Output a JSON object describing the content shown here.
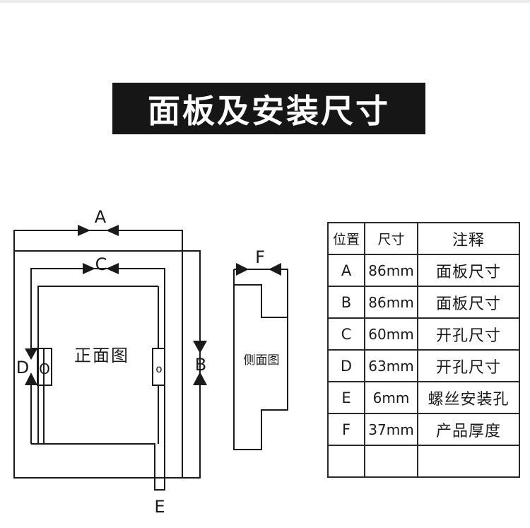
{
  "title": "面板及安装尺寸",
  "diagram": {
    "labels": {
      "A": "A",
      "B": "B",
      "C": "C",
      "D": "D",
      "E": "E",
      "F": "F",
      "hole_left": "O",
      "hole_right": "o",
      "front_view": "正面图",
      "side_view": "侧面图"
    }
  },
  "table": {
    "headers": [
      "位置",
      "尺寸",
      "注释"
    ],
    "rows": [
      {
        "pos": "A",
        "size": "86mm",
        "note": "面板尺寸"
      },
      {
        "pos": "B",
        "size": "86mm",
        "note": "面板尺寸"
      },
      {
        "pos": "C",
        "size": "60mm",
        "note": "开孔尺寸"
      },
      {
        "pos": "D",
        "size": "63mm",
        "note": "开孔尺寸"
      },
      {
        "pos": "E",
        "size": "6mm",
        "note": "螺丝安装孔"
      },
      {
        "pos": "F",
        "size": "37mm",
        "note": "产品厚度"
      },
      {
        "pos": "",
        "size": "",
        "note": ""
      }
    ]
  },
  "colors": {
    "title_bg": "#161616",
    "title_text": "#ffffff",
    "line": "#1a1a1a"
  }
}
